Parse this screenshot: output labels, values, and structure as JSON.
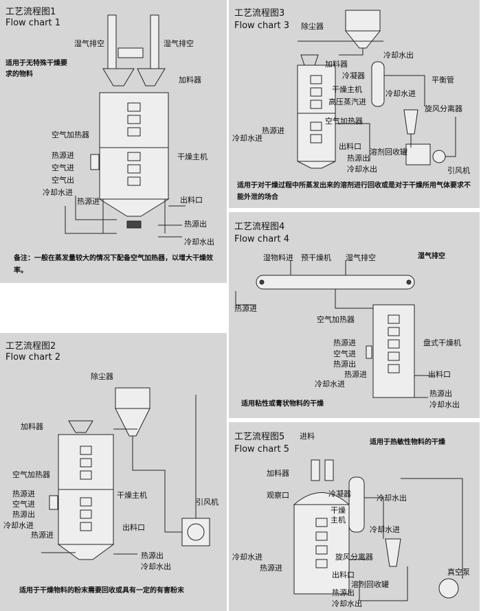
{
  "flow1": {
    "title_cn": "工艺流程图1",
    "title_en": "Flow chart 1",
    "note": "适用于无特殊干燥要求的物料",
    "labels": {
      "exhaust_left": "湿气排空",
      "exhaust_right": "湿气排空",
      "feeder": "加料器",
      "air_heater": "空气加热器",
      "heat_in": "热源进",
      "air_in": "空气进",
      "air_out": "空气出",
      "dryer": "干燥主机",
      "cooling_in": "冷却水进",
      "heat_in2": "热源进",
      "discharge": "出料口",
      "heat_out": "热源出",
      "cooling_out": "冷却水出"
    },
    "remark": "备注：一般在蒸发量较大的情况下配备空气加热器，以增大干燥效率。"
  },
  "flow2": {
    "title_cn": "工艺流程图2",
    "title_en": "Flow chart 2",
    "labels": {
      "dust": "除尘器",
      "feeder": "加料器",
      "air_heater": "空气加热器",
      "heat_in": "热源进",
      "air_in": "空气进",
      "heat_out": "热源出",
      "cooling_in": "冷却水进",
      "heat_in2": "热源进",
      "dryer": "干燥主机",
      "fan": "引风机",
      "discharge": "出料口",
      "heat_out2": "热源出",
      "cooling_out": "冷却水出"
    },
    "note": "适用于干燥物料的粉末需要回收或具有一定的有害粉末"
  },
  "flow3": {
    "title_cn": "工艺流程图3",
    "title_en": "Flow chart 3",
    "labels": {
      "dust": "除尘器",
      "cooling_out": "冷却水出",
      "feeder": "加料器",
      "condenser": "冷凝器",
      "cooling_in": "冷却水进",
      "balance": "平衡管",
      "dryer": "干燥主机",
      "steam": "高压蒸汽进",
      "cyclone": "旋风分离器",
      "air_heater": "空气加热器",
      "heat_in": "热源进",
      "cooling_in2": "冷却水进",
      "discharge": "出料口",
      "recovery": "溶剂回收罐",
      "heat_out": "热源出",
      "cooling_out2": "冷却水出",
      "fan": "引风机"
    },
    "note": "适用于对干燥过程中所蒸发出来的溶剂进行回收或是对于干燥所用气体要求不能外泄的场合"
  },
  "flow4": {
    "title_cn": "工艺流程图4",
    "title_en": "Flow chart 4",
    "labels": {
      "wet_in": "湿物料进",
      "predryer": "预干燥机",
      "exhaust": "湿气排空",
      "exhaust_right": "湿气排空",
      "heat_in_top": "热源进",
      "air_heater": "空气加热器",
      "heat_in": "热源进",
      "air_in": "空气进",
      "heat_out": "热源出",
      "dryer": "盘式干燥机",
      "heat_in2": "热源进",
      "cooling_in": "冷却水进",
      "discharge": "出料口",
      "heat_out2": "热源出",
      "cooling_out": "冷却水出"
    },
    "note": "适用粘性或膏状物料的干燥"
  },
  "flow5": {
    "title_cn": "工艺流程图5",
    "title_en": "Flow chart 5",
    "labels": {
      "feed": "进料",
      "feeder": "加料器",
      "window": "观察口",
      "condenser": "冷凝器",
      "dryer": "干燥主机",
      "cooling_out": "冷却水出",
      "cooling_in": "冷却水进",
      "cyclone": "旋风分离器",
      "cooling_in2": "冷却水进",
      "heat_in": "热源进",
      "discharge": "出料口",
      "heat_out": "热源出",
      "recovery": "溶剂回收罐",
      "cooling_out2": "冷却水出",
      "vacuum": "真空泵"
    },
    "note": "适用于热敏性物料的干燥"
  }
}
